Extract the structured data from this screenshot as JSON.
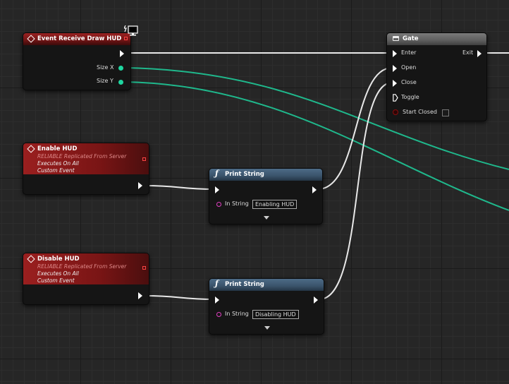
{
  "nodes": {
    "draw_hud": {
      "title": "Event Receive Draw HUD",
      "pins": {
        "size_x": "Size X",
        "size_y": "Size Y"
      }
    },
    "enable_hud": {
      "title": "Enable HUD",
      "subtitle_1": "RELIABLE Replicated From Server",
      "subtitle_2": "Executes On All",
      "subtitle_3": "Custom Event"
    },
    "disable_hud": {
      "title": "Disable HUD",
      "subtitle_1": "RELIABLE Replicated From Server",
      "subtitle_2": "Executes On All",
      "subtitle_3": "Custom Event"
    },
    "print_string_1": {
      "title": "Print String",
      "in_string_label": "In String",
      "in_string_value": "Enabling HUD"
    },
    "print_string_2": {
      "title": "Print String",
      "in_string_label": "In String",
      "in_string_value": "Disabling HUD"
    },
    "gate": {
      "title": "Gate",
      "pins": {
        "enter": "Enter",
        "open": "Open",
        "close": "Close",
        "toggle": "Toggle",
        "start_closed": "Start Closed",
        "exit": "Exit"
      }
    }
  },
  "colors": {
    "exec_wire": "#ffffff",
    "float_wire": "#1fd6a0",
    "event_header": "#8a1a1a",
    "function_header": "#46627c",
    "macro_header": "#6b6b6b"
  },
  "icons": {
    "event": "diamond-event-icon",
    "function": "function-f-icon",
    "macro": "gate-macro-icon",
    "monitor": "monitor-icon"
  }
}
